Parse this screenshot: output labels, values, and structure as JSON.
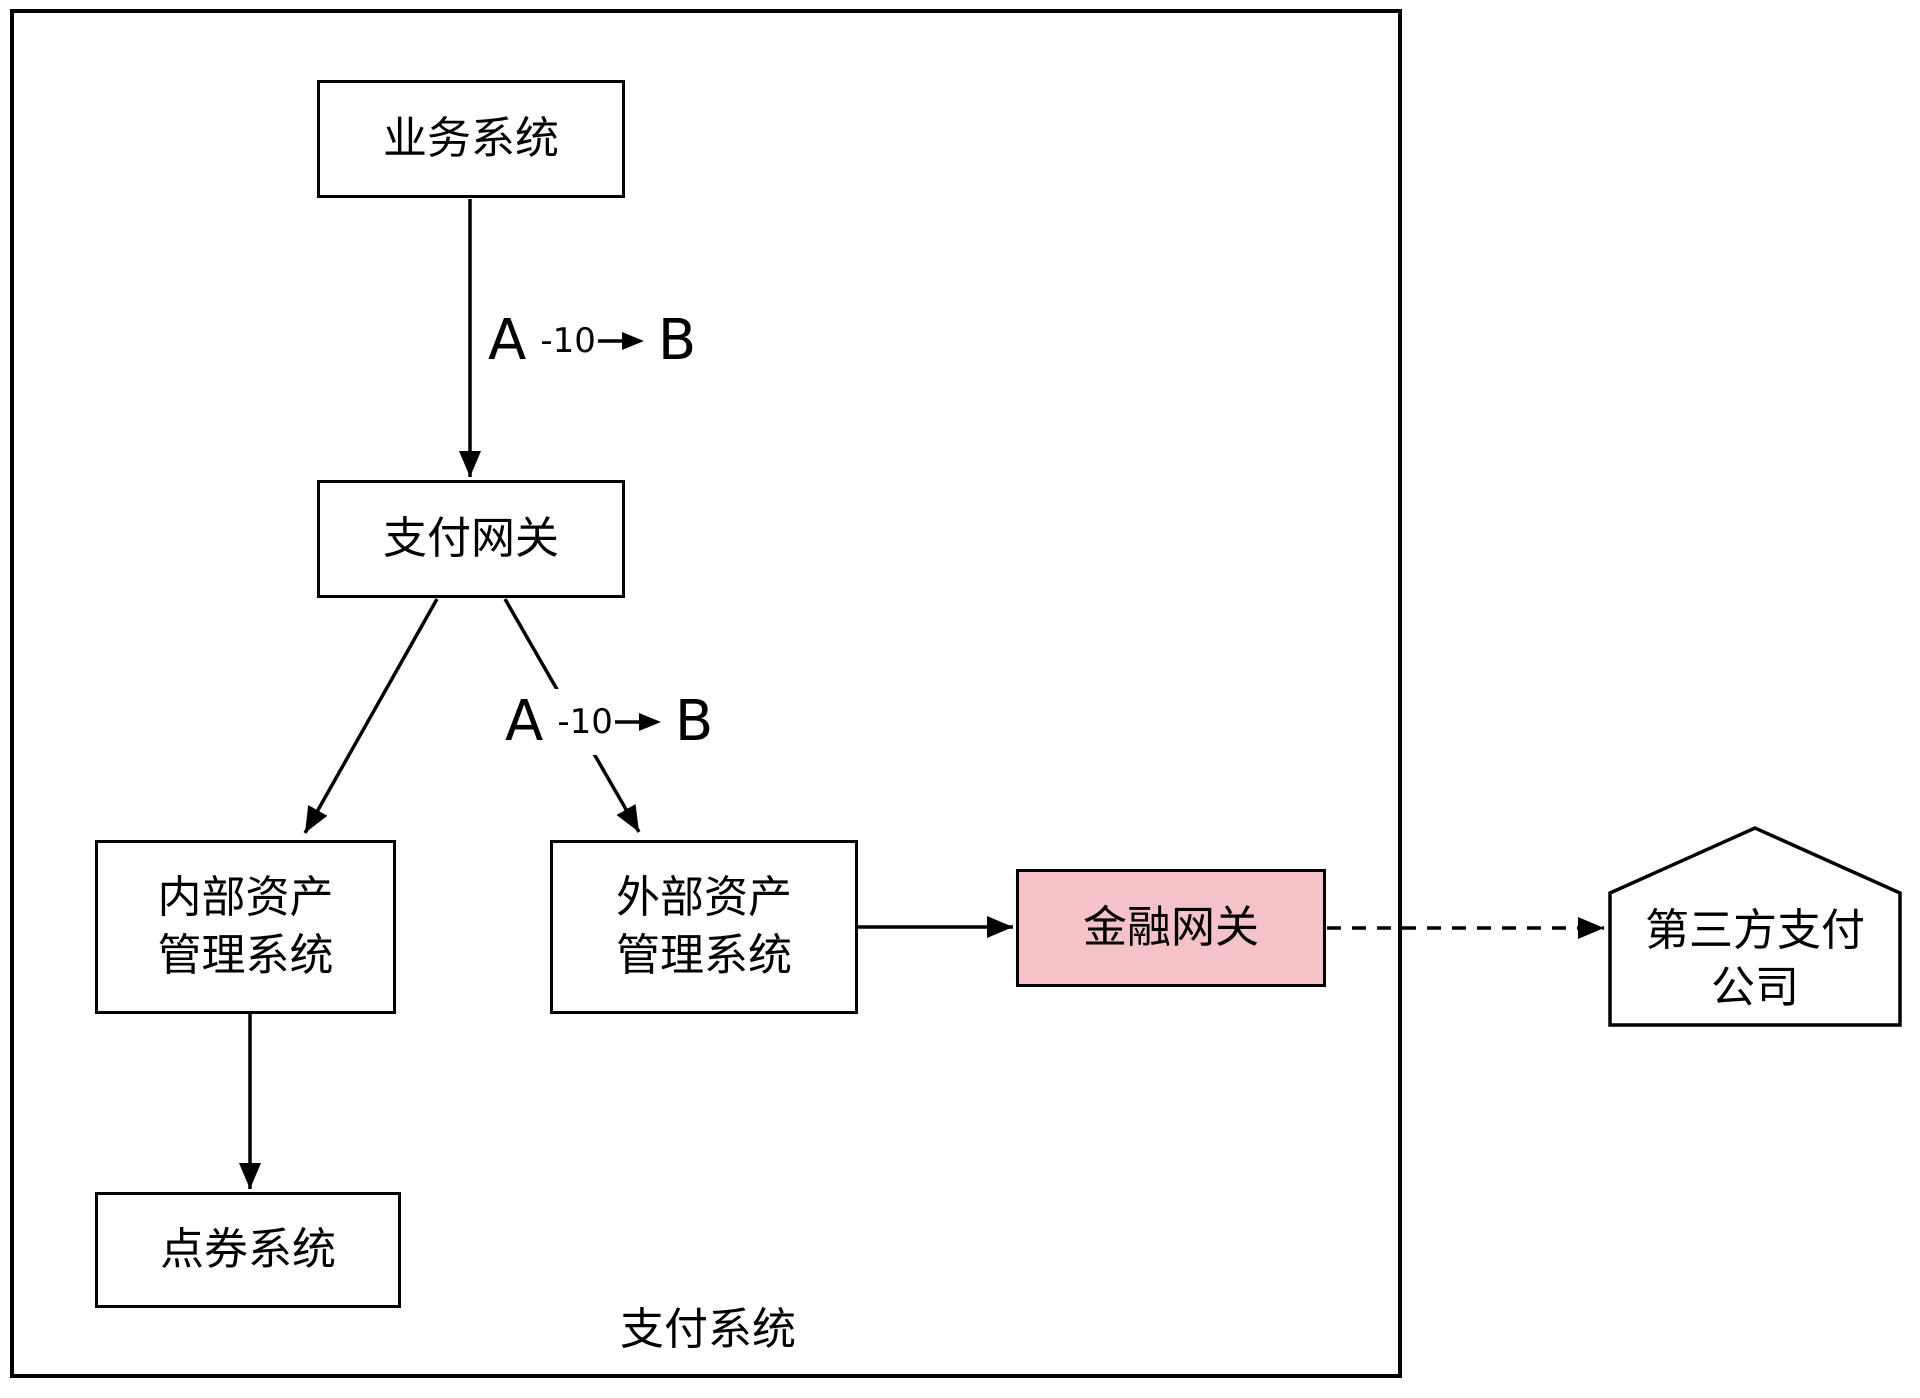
{
  "diagram": {
    "container_label": "支付系统",
    "nodes": {
      "business_system": {
        "label": "业务系统"
      },
      "payment_gateway": {
        "label": "支付网关"
      },
      "internal_asset": {
        "line1": "内部资产",
        "line2": "管理系统"
      },
      "external_asset": {
        "line1": "外部资产",
        "line2": "管理系统"
      },
      "points_system": {
        "label": "点券系统"
      },
      "financial_gateway": {
        "label": "金融网关"
      },
      "third_party": {
        "line1": "第三方支付",
        "line2": "公司"
      }
    },
    "edge_labels": [
      {
        "a": "A",
        "value": "-10",
        "b": "B"
      },
      {
        "a": "A",
        "value": "-10",
        "b": "B"
      }
    ],
    "colors": {
      "stroke": "#000000",
      "background": "#ffffff",
      "financial_gateway_fill": "#f5c2c8"
    }
  }
}
